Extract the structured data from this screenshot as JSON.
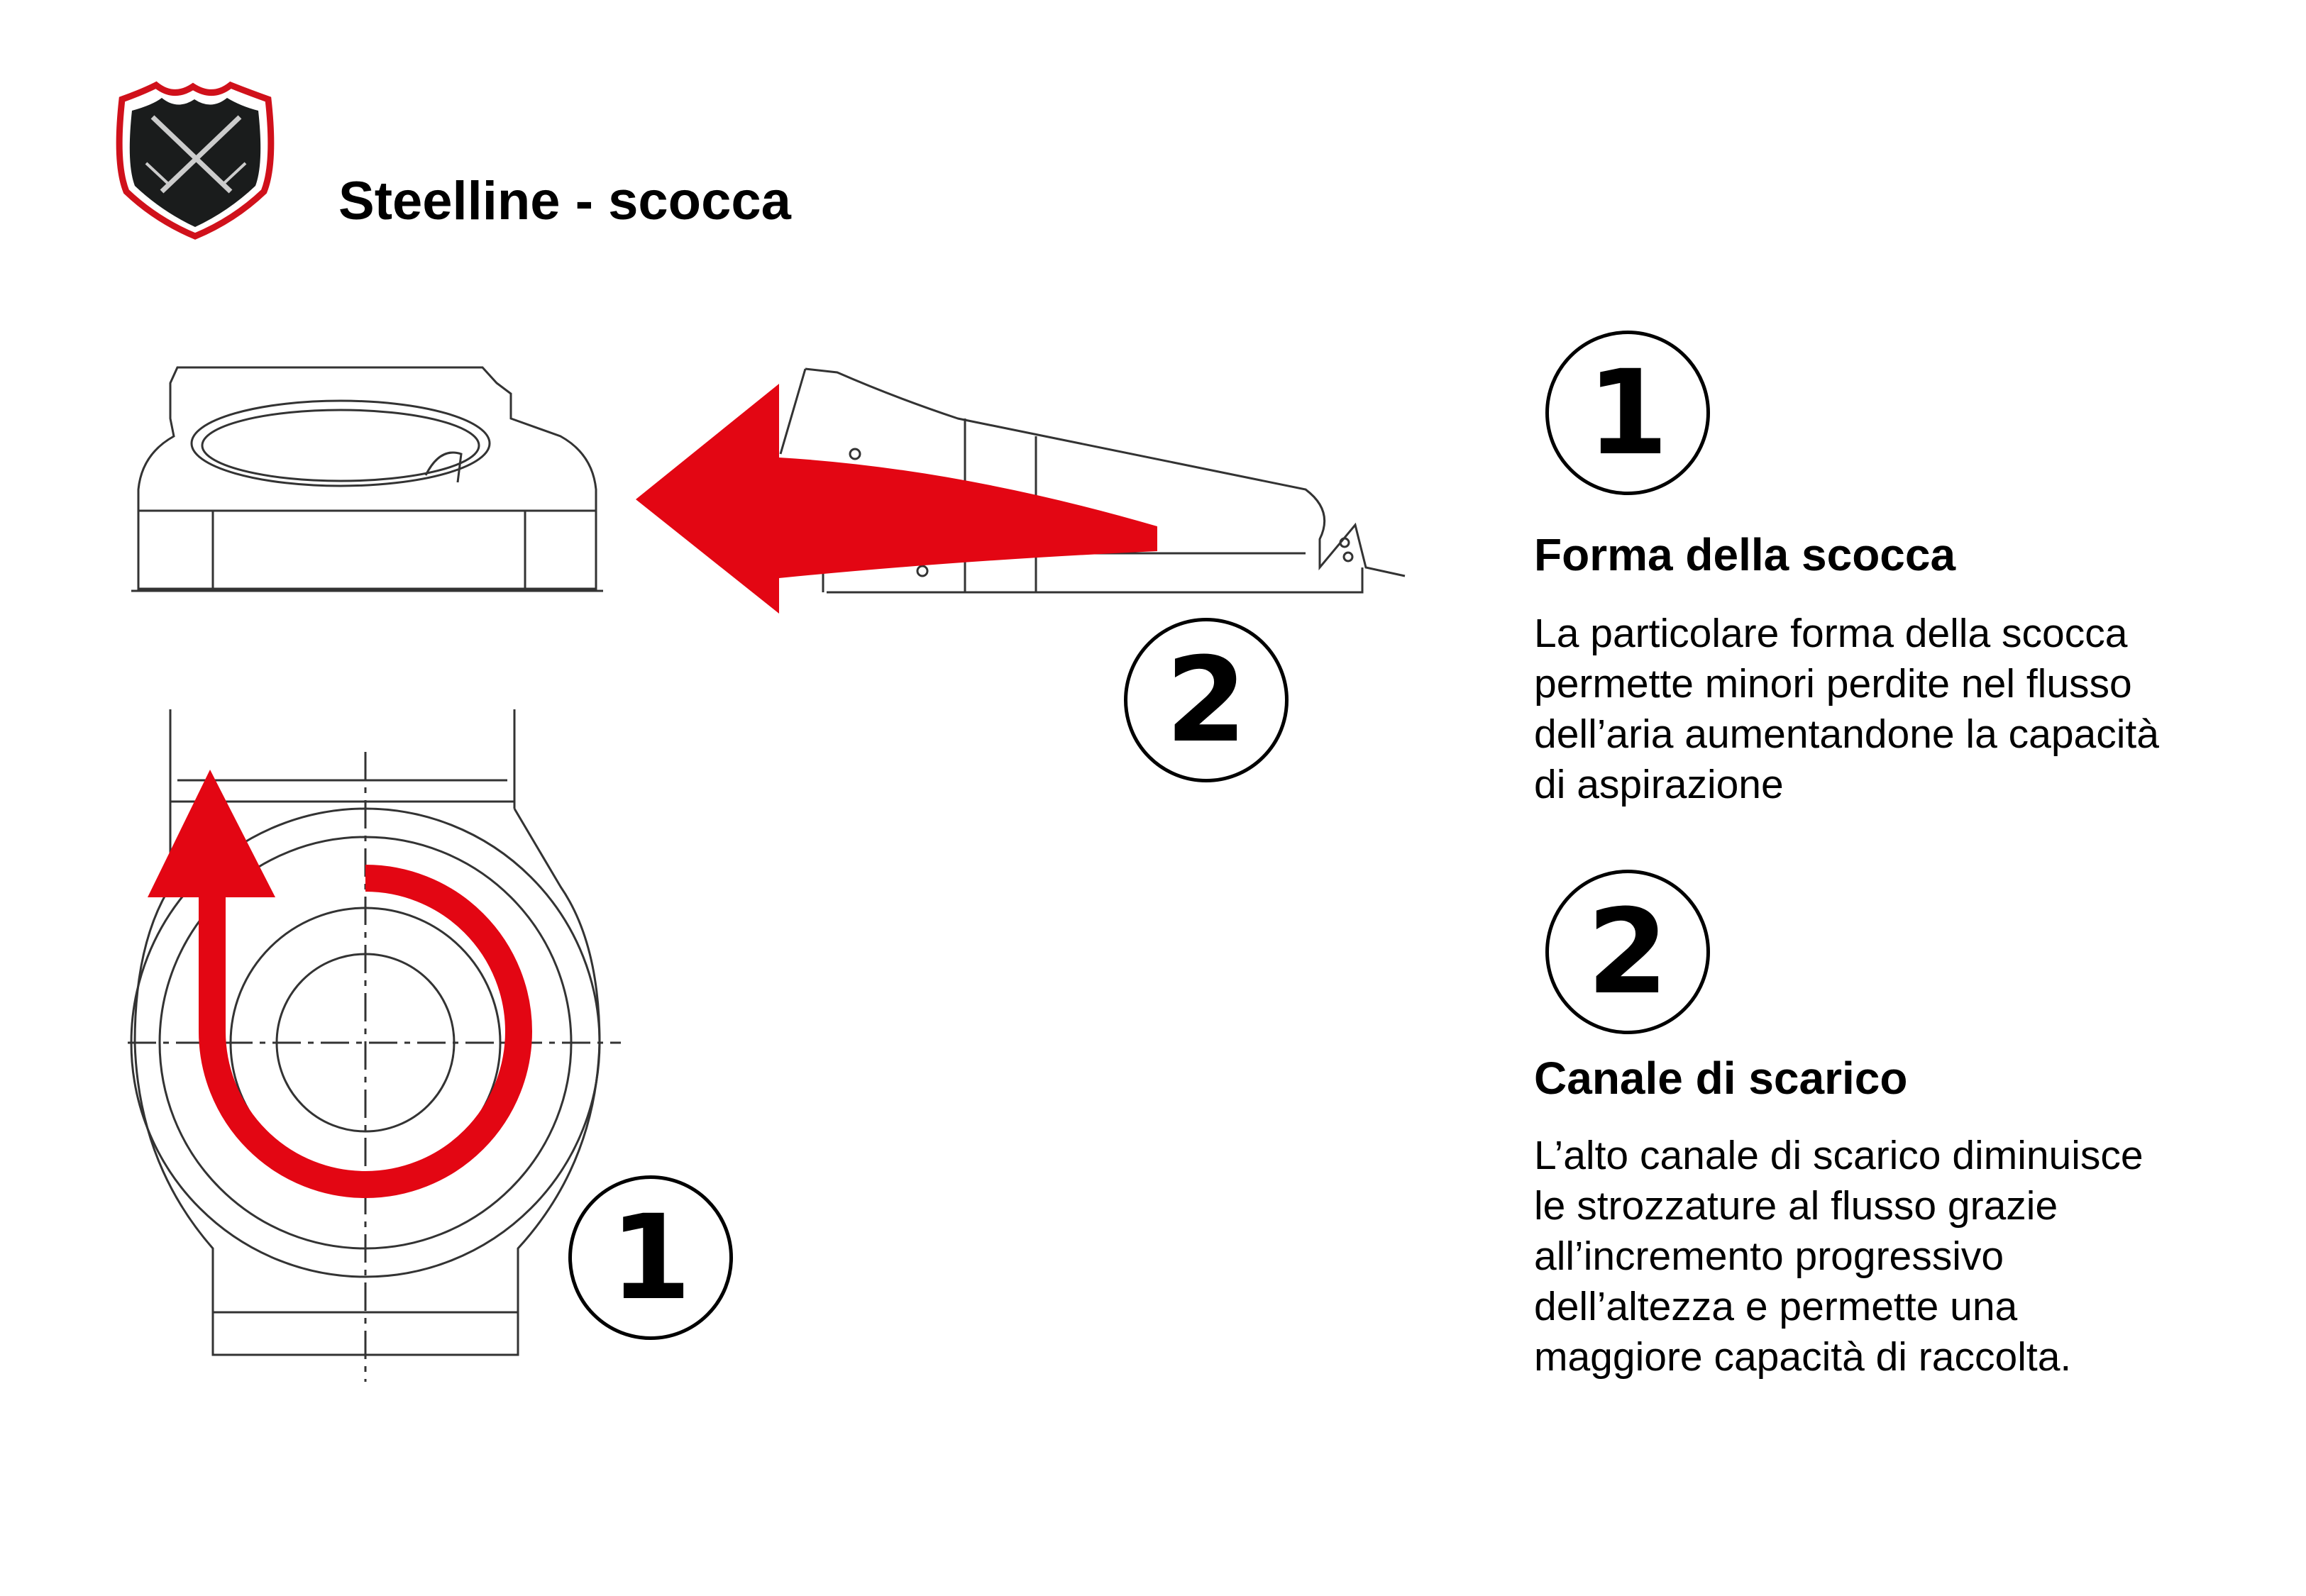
{
  "header": {
    "title": "Steelline - scocca",
    "logo": "shield-crossed-swords-logo"
  },
  "diagram": {
    "callout_top": "2",
    "callout_bottom": "1",
    "arrow_color": "#e30613"
  },
  "features": [
    {
      "number": "1",
      "title": "Forma della scocca",
      "lines": [
        "La particolare forma della scocca",
        "permette minori perdite nel flusso",
        "dell’aria aumentandone la capacità",
        "di aspirazione"
      ]
    },
    {
      "number": "2",
      "title": "Canale di scarico",
      "lines": [
        "L’alto canale di scarico diminuisce",
        "le strozzature al flusso grazie",
        "all’incremento progressivo",
        "dell’altezza e permette una",
        "maggiore capacità di raccolta."
      ]
    }
  ]
}
